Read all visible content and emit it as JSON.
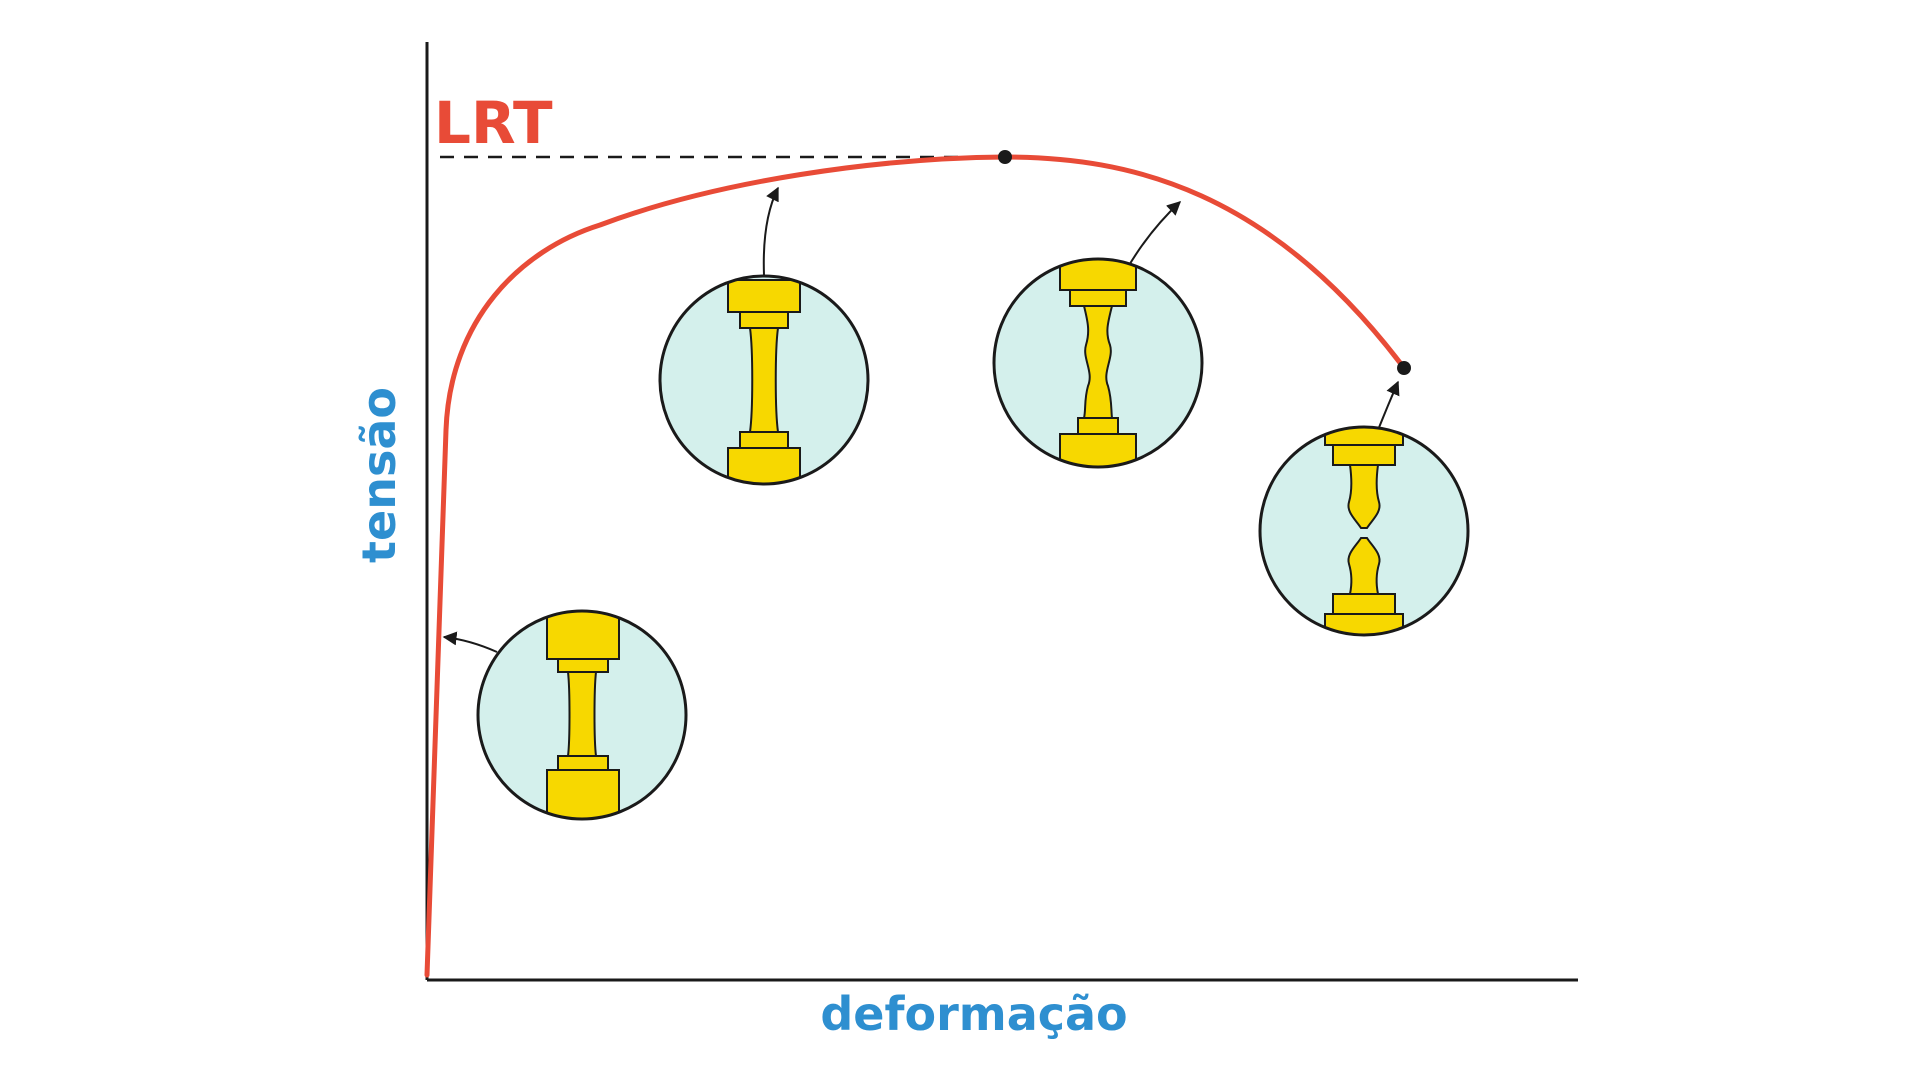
{
  "chart_data": {
    "type": "line",
    "title": "",
    "xlabel": "deformação",
    "ylabel": "tensão",
    "annotations": [
      "LRT"
    ],
    "grid": false,
    "legend": "none"
  },
  "colors": {
    "curve": "#e84b37",
    "axis": "#1a1a1a",
    "label_blue": "#2e8fd0",
    "lrt_red": "#e84b37",
    "specimen_fill": "#f7d800",
    "circle_fill": "#d4f0ec",
    "outline": "#1a1a1a"
  },
  "specimens": [
    {
      "stage": "elastic",
      "icon": "specimen-uniform-icon"
    },
    {
      "stage": "plastic",
      "icon": "specimen-elongated-icon"
    },
    {
      "stage": "necking",
      "icon": "specimen-necking-icon"
    },
    {
      "stage": "fracture",
      "icon": "specimen-fracture-icon"
    }
  ]
}
